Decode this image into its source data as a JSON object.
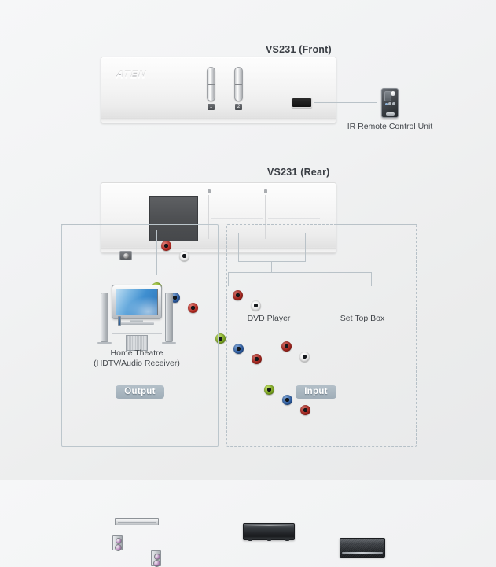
{
  "diagram": {
    "front": {
      "title": "VS231 (Front)",
      "brand_logo": "ATEN",
      "switch_labels": [
        "1",
        "2"
      ],
      "ir_window": "ir-receiver-window"
    },
    "remote": {
      "caption": "IR Remote Control Unit"
    },
    "rear": {
      "title": "VS231 (Rear)",
      "power_jack": "power-jack",
      "output_group": {
        "audio": [
          {
            "color_name": "red",
            "hex": "#b22a22"
          },
          {
            "color_name": "white",
            "hex": "#e9e9e9"
          }
        ],
        "video": [
          {
            "color_name": "green",
            "hex": "#7aa321"
          },
          {
            "color_name": "blue",
            "hex": "#2d5b9e"
          },
          {
            "color_name": "red",
            "hex": "#b22a22"
          }
        ]
      },
      "input_groups": [
        {
          "audio": [
            {
              "color_name": "red",
              "hex": "#9e241d"
            },
            {
              "color_name": "white",
              "hex": "#e9e9e9"
            }
          ],
          "video": [
            {
              "color_name": "green",
              "hex": "#7aa321"
            },
            {
              "color_name": "blue",
              "hex": "#2d5b9e"
            },
            {
              "color_name": "red",
              "hex": "#9e241d"
            }
          ]
        },
        {
          "audio": [
            {
              "color_name": "red",
              "hex": "#9e241d"
            },
            {
              "color_name": "white",
              "hex": "#e9e9e9"
            }
          ],
          "video": [
            {
              "color_name": "green",
              "hex": "#7aa321"
            },
            {
              "color_name": "blue",
              "hex": "#2d5b9e"
            },
            {
              "color_name": "red",
              "hex": "#9e241d"
            }
          ]
        }
      ]
    },
    "zones": {
      "output": {
        "badge": "Output",
        "border_style": "solid",
        "border_color": "#bcc6cc"
      },
      "input": {
        "badge": "Input",
        "border_style": "dashed",
        "border_color": "#b6c0c7"
      }
    },
    "devices": [
      {
        "id": "home-theatre",
        "caption_line1": "Home Theatre",
        "caption_line2": "(HDTV/Audio Receiver)"
      },
      {
        "id": "dvd-player",
        "caption_line1": "DVD Player",
        "caption_line2": ""
      },
      {
        "id": "set-top-box",
        "caption_line1": "Set Top Box",
        "caption_line2": ""
      }
    ],
    "theme": {
      "background": "#f1f2f3",
      "text_color": "#3b3f45",
      "badge_color": "#a8b5c0",
      "line_color": "#b9c2c8"
    }
  }
}
